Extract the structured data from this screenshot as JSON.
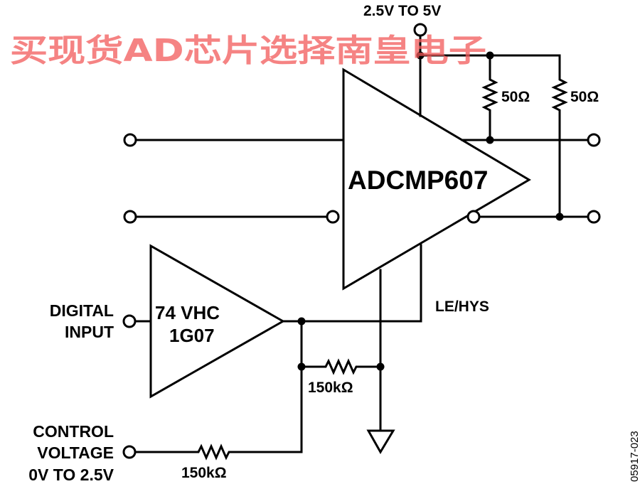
{
  "watermark": "买现货AD芯片选择南皇电子",
  "supply_label": "2.5V TO 5V",
  "comparator_label": "ADCMP607",
  "pullup_resistors": [
    "50Ω",
    "50Ω"
  ],
  "buffer_label_line1": "74 VHC",
  "buffer_label_line2": "1G07",
  "pin_label_le_hys": "LE/HYS",
  "digital_input_line1": "DIGITAL",
  "digital_input_line2": "INPUT",
  "control_voltage_line1": "CONTROL",
  "control_voltage_line2": "VOLTAGE",
  "control_voltage_line3": "0V TO 2.5V",
  "feedback_resistor": "150kΩ",
  "series_resistor": "150kΩ",
  "figure_id": "05917-023"
}
